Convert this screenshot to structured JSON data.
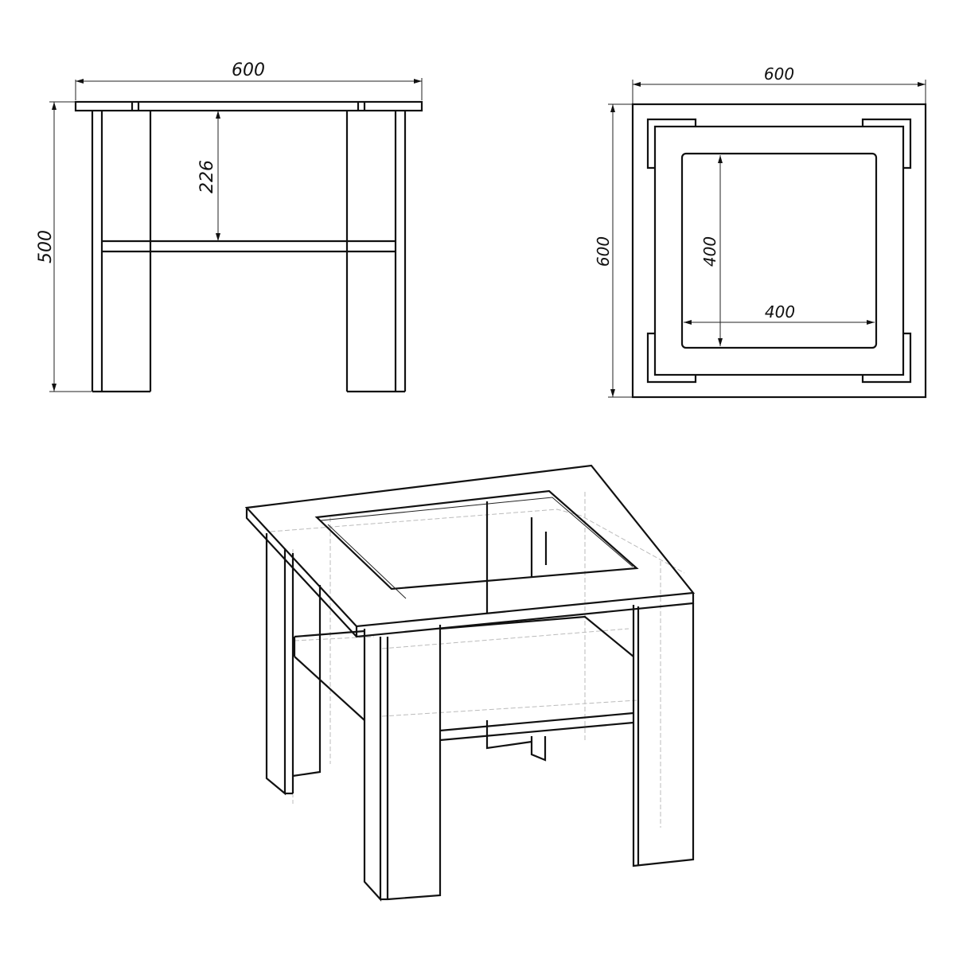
{
  "drawing": {
    "subject": "coffee table technical drawing",
    "units": "mm",
    "views": {
      "front": {
        "name": "Front view",
        "dimensions": {
          "width": "600",
          "height": "500",
          "shelf_clearance": "226"
        }
      },
      "top": {
        "name": "Top view",
        "dimensions": {
          "width": "600",
          "depth": "600",
          "opening_width": "400",
          "opening_depth": "400"
        }
      },
      "isometric": {
        "name": "Isometric view"
      }
    }
  }
}
